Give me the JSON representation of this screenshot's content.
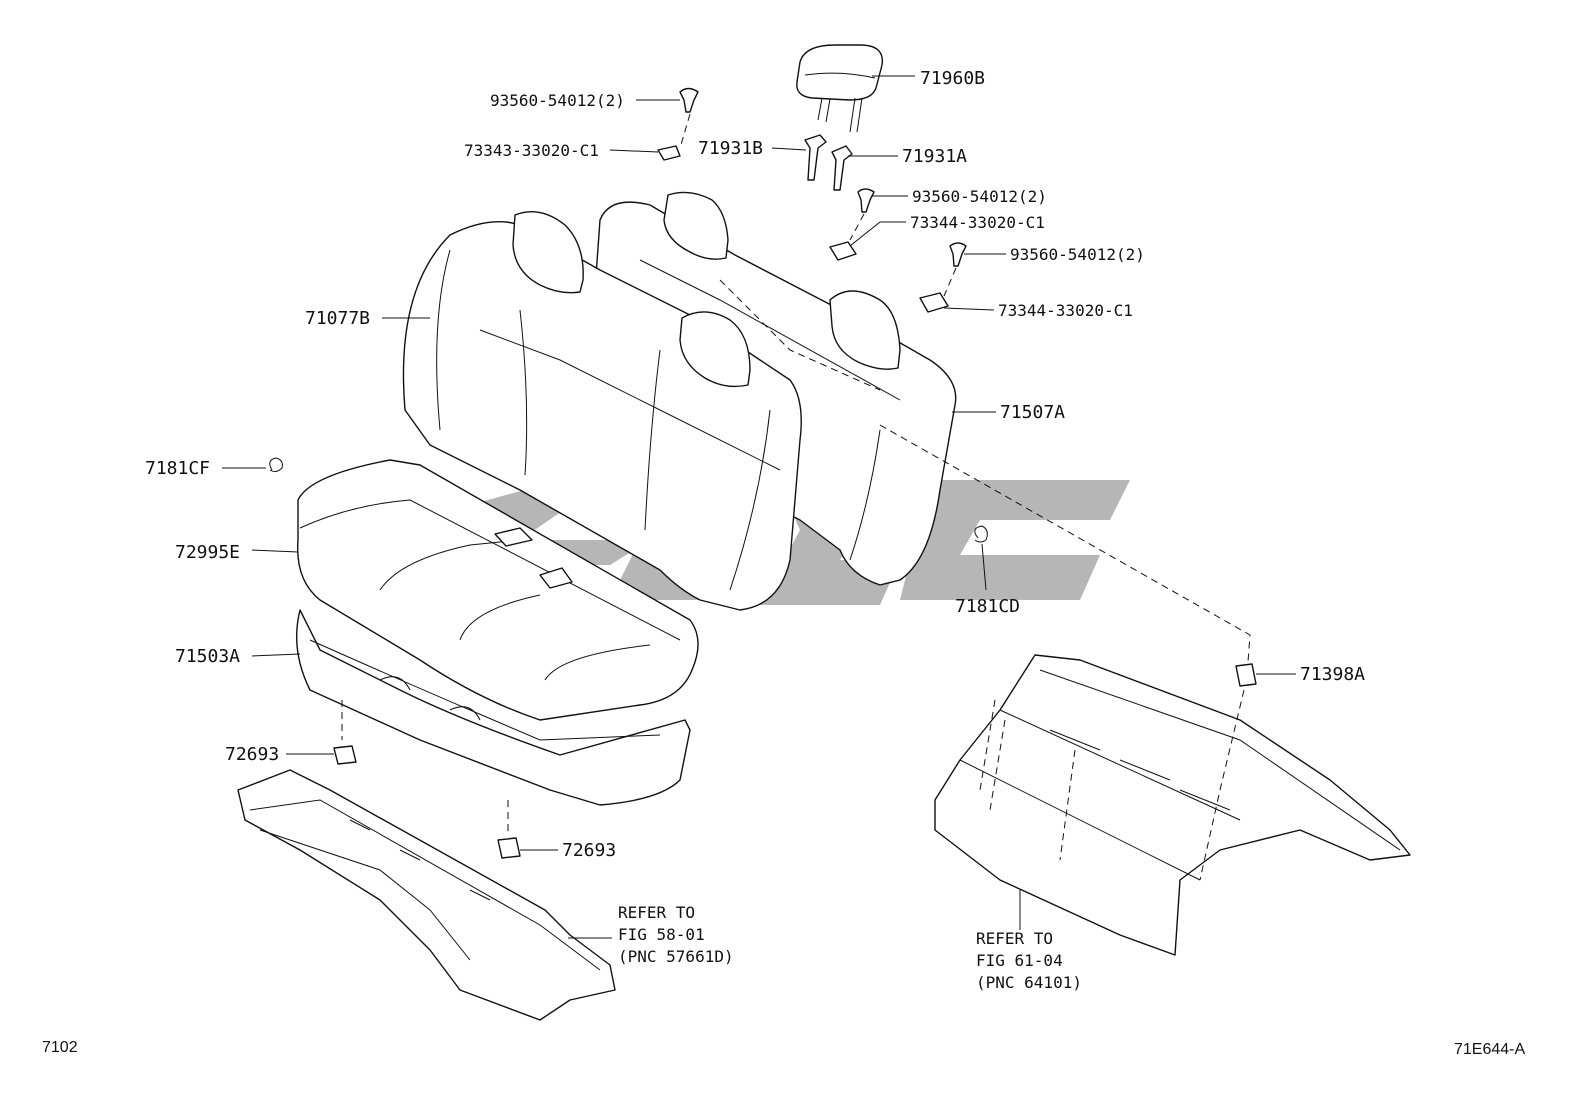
{
  "labels": {
    "p71960B": "71960B",
    "p93560a": "93560-54012(2)",
    "p73343": "73343-33020-C1",
    "p71931B": "71931B",
    "p71931A": "71931A",
    "p93560b": "93560-54012(2)",
    "p73344a": "73344-33020-C1",
    "p93560c": "93560-54012(2)",
    "p73344b": "73344-33020-C1",
    "p71077B": "71077B",
    "p71507A": "71507A",
    "p7181CF": "7181CF",
    "p72995E": "72995E",
    "p7181CD": "7181CD",
    "p71503A": "71503A",
    "p71398A": "71398A",
    "p72693a": "72693",
    "p72693b": "72693"
  },
  "refs": {
    "left": [
      "REFER TO",
      "FIG 58-01",
      "(PNC 57661D)"
    ],
    "right": [
      "REFER TO",
      "FIG 61-04",
      "(PNC 64101)"
    ]
  },
  "corner": {
    "page_code": "7102",
    "figure_code": "71E644-A"
  },
  "colors": {
    "line": "#111111",
    "watermark": "#7a7a7a",
    "background": "#ffffff"
  }
}
